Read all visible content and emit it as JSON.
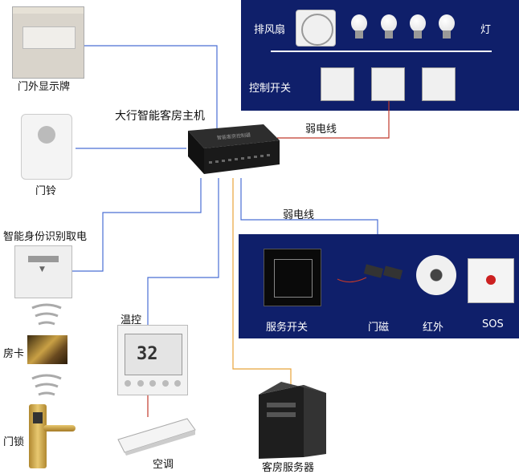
{
  "labels": {
    "door_display": "门外显示牌",
    "doorbell": "门铃",
    "host": "大行智能客房主机",
    "id_card": "智能身份识别取电",
    "room_card": "房卡",
    "door_lock": "门锁",
    "thermostat": "温控",
    "aircon": "空调",
    "server": "客房服务器",
    "weak_wire_1": "弱电线",
    "weak_wire_2": "弱电线",
    "fan": "排风扇",
    "light": "灯",
    "control_switch": "控制开关",
    "service_switch": "服务开关",
    "door_magnet": "门磁",
    "infrared": "红外",
    "sos": "SOS"
  },
  "host_box_text": "智能客房控制器",
  "thermostat_display": "32",
  "colors": {
    "panel": "#0f1f6a",
    "wire_blue": "#4a6fd4",
    "wire_red": "#c0392b",
    "wire_orange": "#e8a33a"
  }
}
